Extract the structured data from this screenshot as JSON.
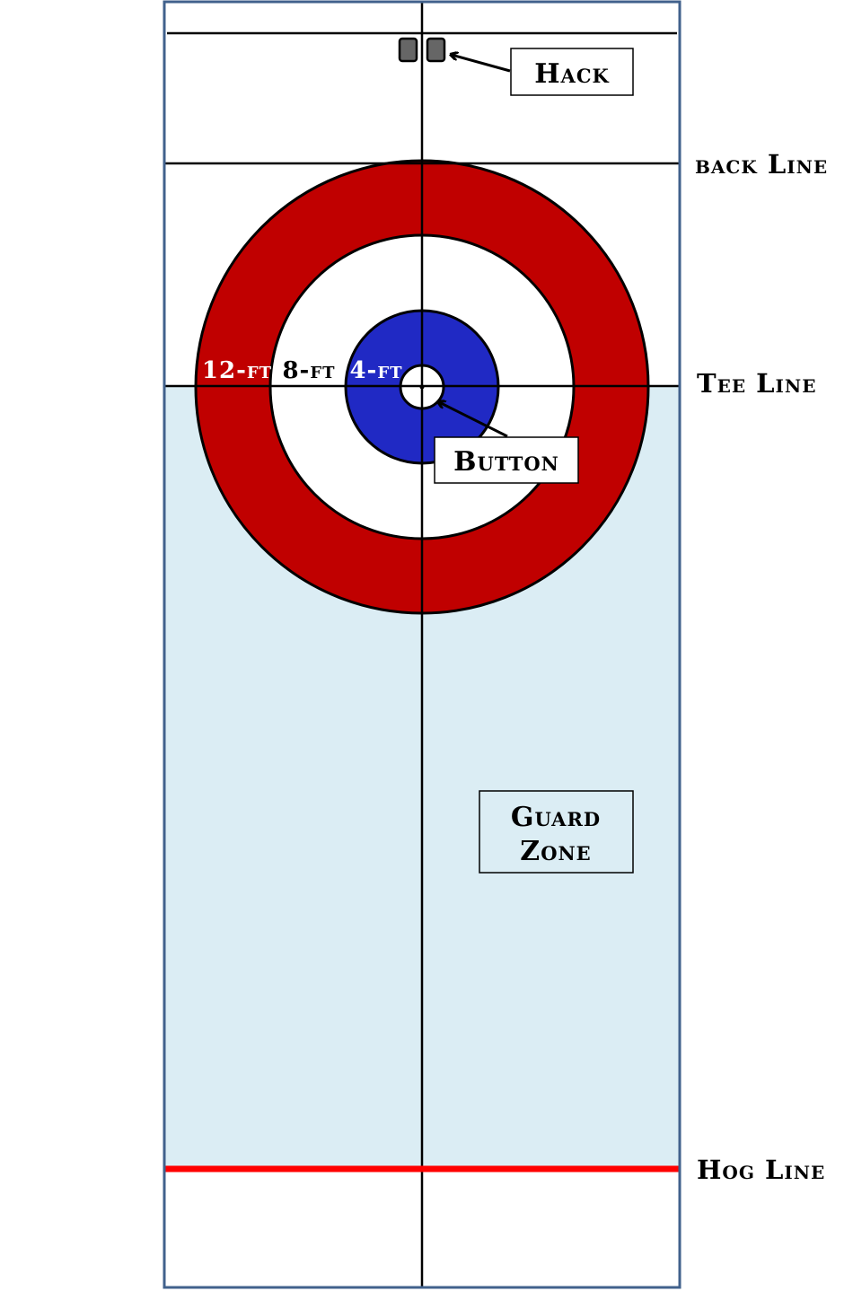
{
  "labels": {
    "hack": "Hack",
    "back_line": "back Line",
    "tee_line": "Tee Line",
    "button": "Button",
    "guard_zone_line1": "Guard",
    "guard_zone_line2": "Zone",
    "hog_line": "Hog Line",
    "ring_12ft": "12-ft",
    "ring_8ft": "8-ft",
    "ring_4ft": "4-ft"
  },
  "colors": {
    "sheet_border": "#41618c",
    "guard_zone_fill": "#dbedf4",
    "ring_12ft": "#c00000",
    "ring_8ft": "#ffffff",
    "ring_4ft": "#2029c4",
    "hog_line": "#ff0000",
    "hack_fill": "#666666"
  }
}
